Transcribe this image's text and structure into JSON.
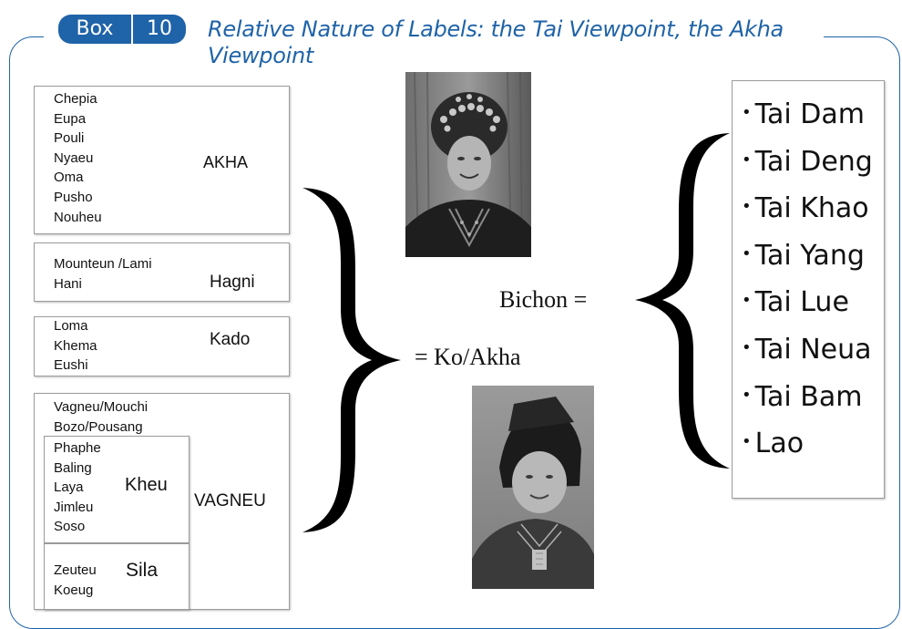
{
  "header": {
    "box_label": "Box",
    "box_number": "10",
    "title": "Relative Nature of Labels: the Tai Viewpoint, the Akha Viewpoint"
  },
  "groups": {
    "akha": {
      "items": [
        "Chepia",
        "Eupa",
        "Pouli",
        "Nyaeu",
        "Oma",
        "Pusho",
        "Nouheu"
      ],
      "label": "AKHA"
    },
    "hagni": {
      "items": [
        "Mounteun /Lami",
        "Hani"
      ],
      "label": "Hagni"
    },
    "kado": {
      "items": [
        "Loma",
        "Khema",
        "Eushi"
      ],
      "label": "Kado"
    },
    "vagneu": {
      "items": [
        "Vagneu/Mouchi",
        "Bozo/Pousang"
      ],
      "label": "VAGNEU",
      "kheu": {
        "items": [
          "Phaphe",
          "Baling",
          "Laya",
          "Jimleu",
          "Soso"
        ],
        "label": "Kheu"
      },
      "sila": {
        "items": [
          "Zeuteu",
          "Koeug"
        ],
        "label": "Sila"
      }
    }
  },
  "equals_ko_akha": "= Ko/Akha",
  "bichon": "Bichon =",
  "tai_groups": [
    "Tai Dam",
    "Tai Deng",
    "Tai Khao",
    "Tai Yang",
    "Tai Lue",
    "Tai Neua",
    "Tai Bam",
    "Lao"
  ],
  "colors": {
    "accent": "#1f63a8",
    "panel_border": "#9c9c9c"
  }
}
